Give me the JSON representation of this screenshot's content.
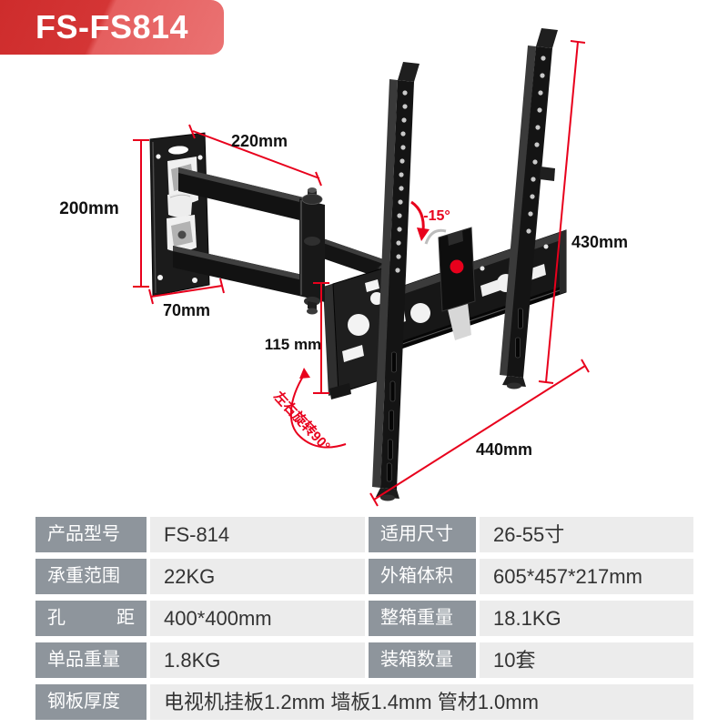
{
  "badge": {
    "model": "FS-FS814"
  },
  "figure": {
    "accent_color": "#e8001c",
    "metal_color": "#151515",
    "dims": {
      "arm_length": "220mm",
      "plate_height": "200mm",
      "plate_width": "70mm",
      "bracket_offset": "115 mm",
      "rail_height": "430mm",
      "bracket_width": "440mm",
      "tilt_angle": "-15°",
      "rotation_note": "左右旋转90°"
    }
  },
  "spec_table": {
    "label_bg": "#8e959c",
    "value_bg": "#ececec",
    "rows": [
      {
        "label": "产品型号",
        "value": "FS-814",
        "label2": "适用尺寸",
        "value2": "26-55寸"
      },
      {
        "label": "承重范围",
        "value": "22KG",
        "label2": "外箱体积",
        "value2": "605*457*217mm"
      },
      {
        "label": "孔 距",
        "value": "400*400mm",
        "label2": "整箱重量",
        "value2": "18.1KG"
      },
      {
        "label": "单品重量",
        "value": "1.8KG",
        "label2": "装箱数量",
        "value2": "10套"
      },
      {
        "label": "钢板厚度",
        "value": "电视机挂板1.2mm 墙板1.4mm 管材1.0mm"
      }
    ]
  }
}
